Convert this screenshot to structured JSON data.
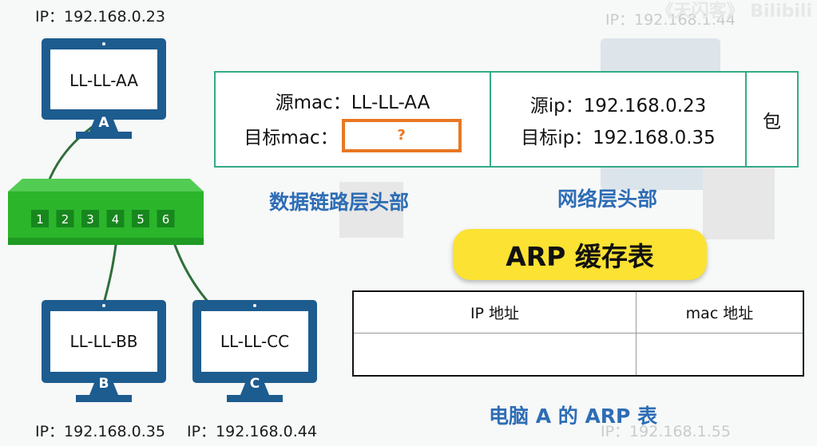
{
  "computers": [
    {
      "id": "A",
      "mac": "LL-LL-AA",
      "ip_label": "IP：192.168.0.23"
    },
    {
      "id": "B",
      "mac": "LL-LL-BB",
      "ip_label": "IP：192.168.0.35"
    },
    {
      "id": "C",
      "mac": "LL-LL-CC",
      "ip_label": "IP：192.168.0.44"
    }
  ],
  "switch": {
    "ports": [
      "1",
      "2",
      "3",
      "4",
      "5",
      "6"
    ]
  },
  "packet": {
    "src_mac": "源mac：LL-LL-AA",
    "dst_mac_label": "目标mac：",
    "dst_mac_value": "?",
    "src_ip": "源ip：192.168.0.23",
    "dst_ip": "目标ip：192.168.0.35",
    "payload": "包"
  },
  "labels": {
    "data_link_header": "数据链路层头部",
    "network_header": "网络层头部",
    "arp_cache": "ARP 缓存表",
    "caption": "电脑 A 的 ARP 表"
  },
  "arp_table": {
    "columns": [
      "IP 地址",
      "mac 地址"
    ]
  },
  "background": {
    "ghost_ip_top": "IP：192.168.1.44",
    "ghost_ip_bottom": "IP：192.168.1.55",
    "watermark": "《天闪客》 Bilibili"
  },
  "colors": {
    "monitor": "#1d5c8f",
    "switch": "#2bb52b",
    "port": "#17871d",
    "accent": "#e87722",
    "title_blue": "#2e6db5",
    "pill": "#fbe233"
  }
}
